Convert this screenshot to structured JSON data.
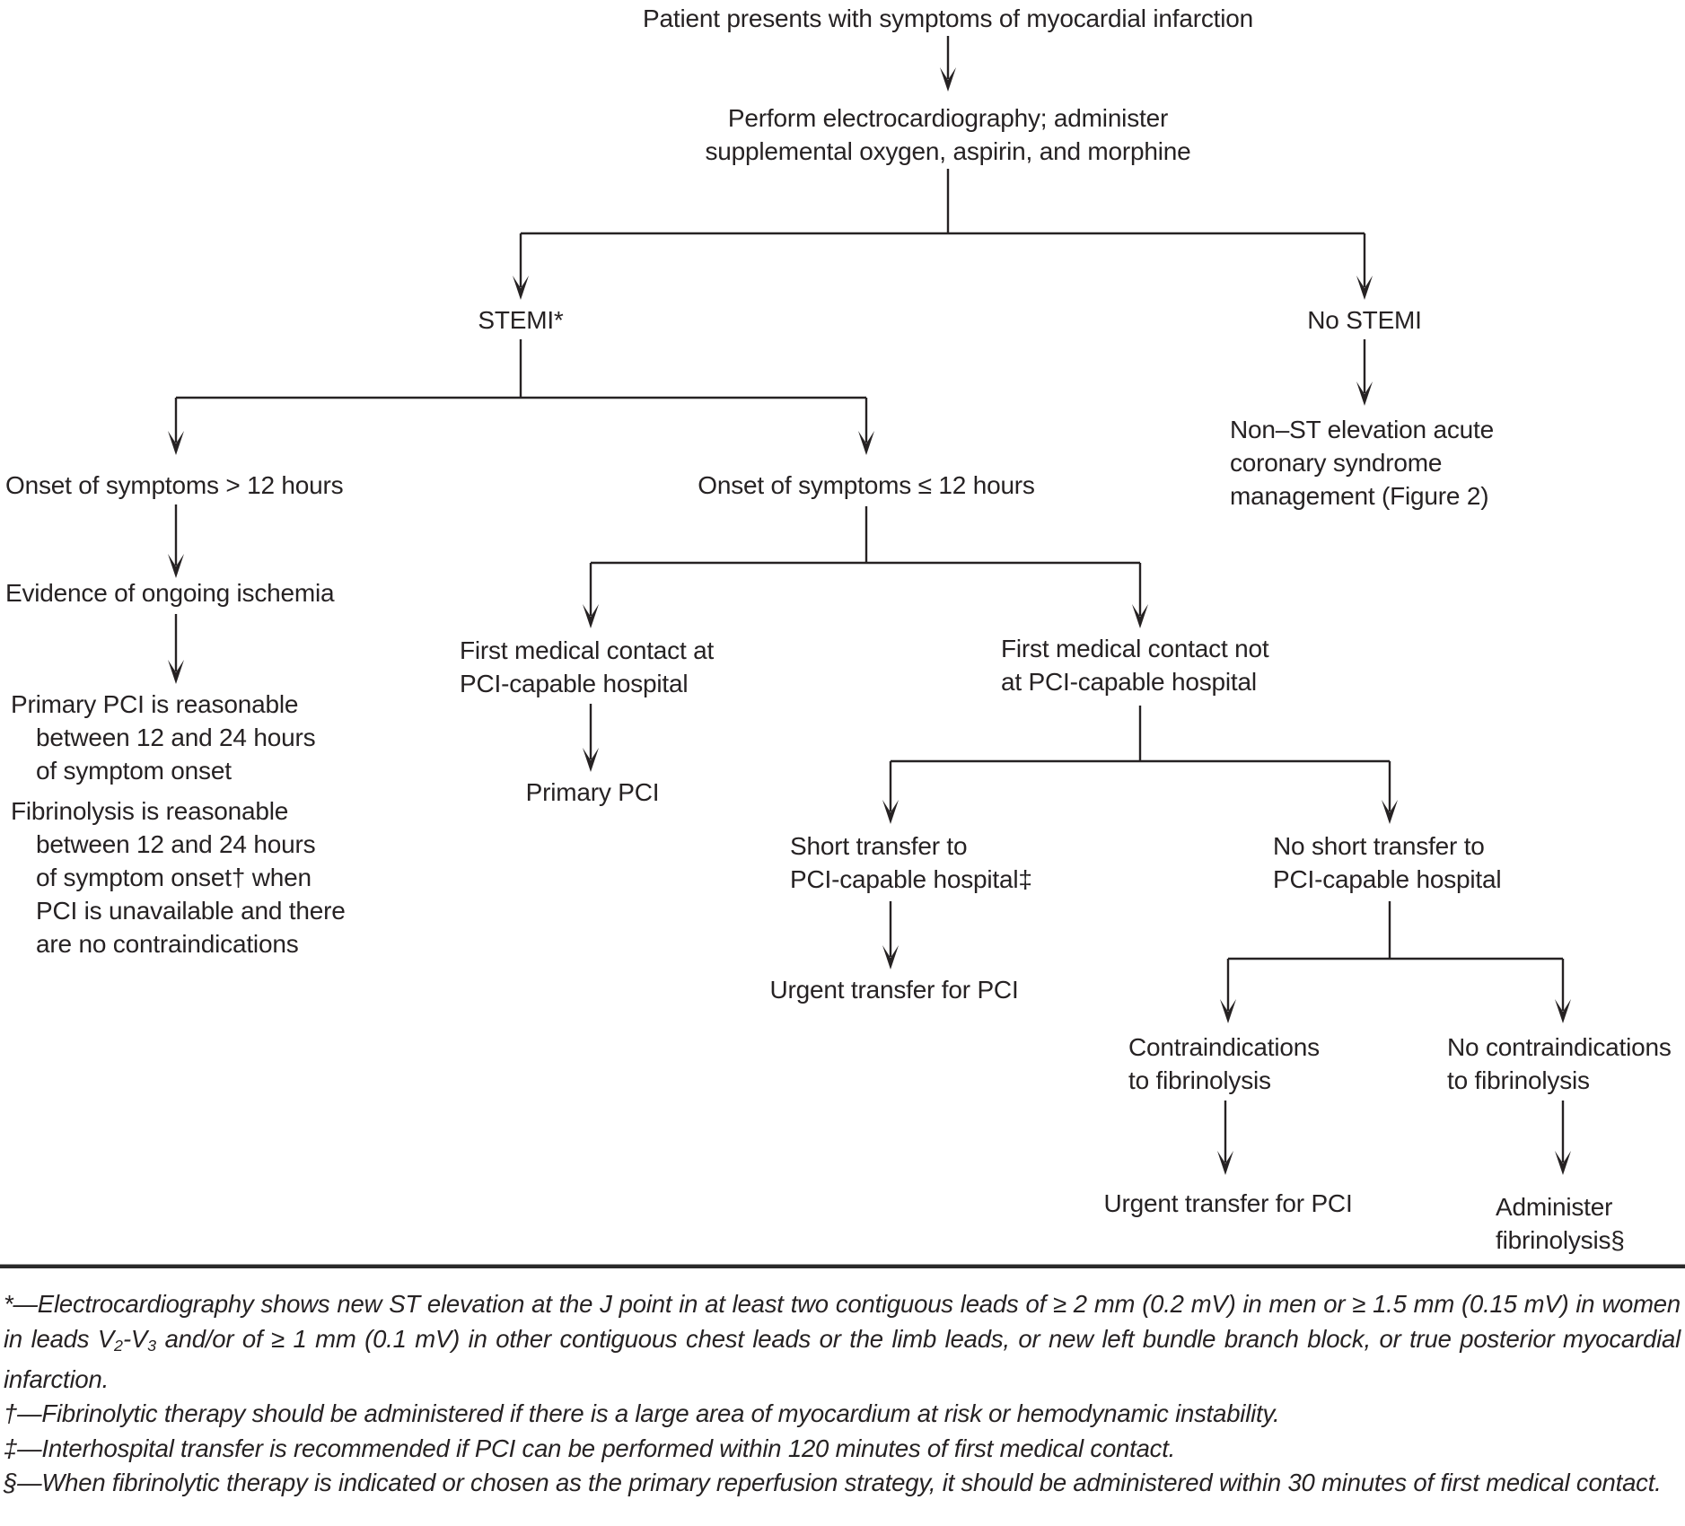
{
  "flowchart": {
    "start": "Patient presents with symptoms of myocardial infarction",
    "ecg": "Perform electrocardiography; administer\nsupplemental oxygen, aspirin, and morphine",
    "stemi": "STEMI*",
    "no_stemi": "No STEMI",
    "nstemi_mgmt": "Non–ST elevation acute\ncoronary syndrome\nmanagement (Figure 2)",
    "onset_gt12": "Onset of symptoms > 12 hours",
    "onset_le12": "Onset of symptoms ≤ 12 hours",
    "evidence": "Evidence of ongoing ischemia",
    "pci_note": "Primary PCI is reasonable\nbetween 12 and 24 hours\nof symptom onset",
    "fibrinolysis_note": "Fibrinolysis is reasonable\nbetween 12 and 24 hours\nof symptom onset† when\nPCI is unavailable and there\nare no contraindications",
    "fmc_at": "First medical contact at\nPCI-capable hospital",
    "fmc_not": "First medical contact not\nat PCI-capable hospital",
    "primary_pci": "Primary PCI",
    "short_transfer": "Short transfer to\nPCI-capable hospital‡",
    "no_short_transfer": "No short transfer to\nPCI-capable hospital",
    "urgent_transfer_1": "Urgent transfer for PCI",
    "contraindications": "Contraindications\nto fibrinolysis",
    "no_contraindications": "No contraindications\nto fibrinolysis",
    "urgent_transfer_2": "Urgent transfer for PCI",
    "administer_fibrinolysis": "Administer\nfibrinolysis§"
  },
  "footnotes": {
    "star_segments": [
      {
        "text": "*—Electrocardiography shows new ST elevation at the J point in at least two contiguous leads of ≥ 2 mm (0.2 mV) in men or ≥ 1.5 mm (0.15 mV) in women in leads V"
      },
      {
        "text": "2",
        "sub": true
      },
      {
        "text": "-V"
      },
      {
        "text": "3",
        "sub": true
      },
      {
        "text": " and/or of ≥ 1 mm (0.1 mV) in other contiguous chest leads or the limb leads, or new left bundle branch block, or true posterior myocardial infarction."
      }
    ],
    "dagger": "†—Fibrinolytic therapy should be administered if there is a large area of myocardium at risk or hemodynamic instability.",
    "double_dagger": "‡—Interhospital transfer is recommended if PCI can be performed within 120 minutes of first medical contact.",
    "section": "§—When fibrinolytic therapy is indicated or chosen as the primary reperfusion strategy, it should be administered within 30 minutes of first medical contact."
  },
  "colors": {
    "text": "#262223",
    "line": "#262223",
    "background": "#ffffff"
  }
}
